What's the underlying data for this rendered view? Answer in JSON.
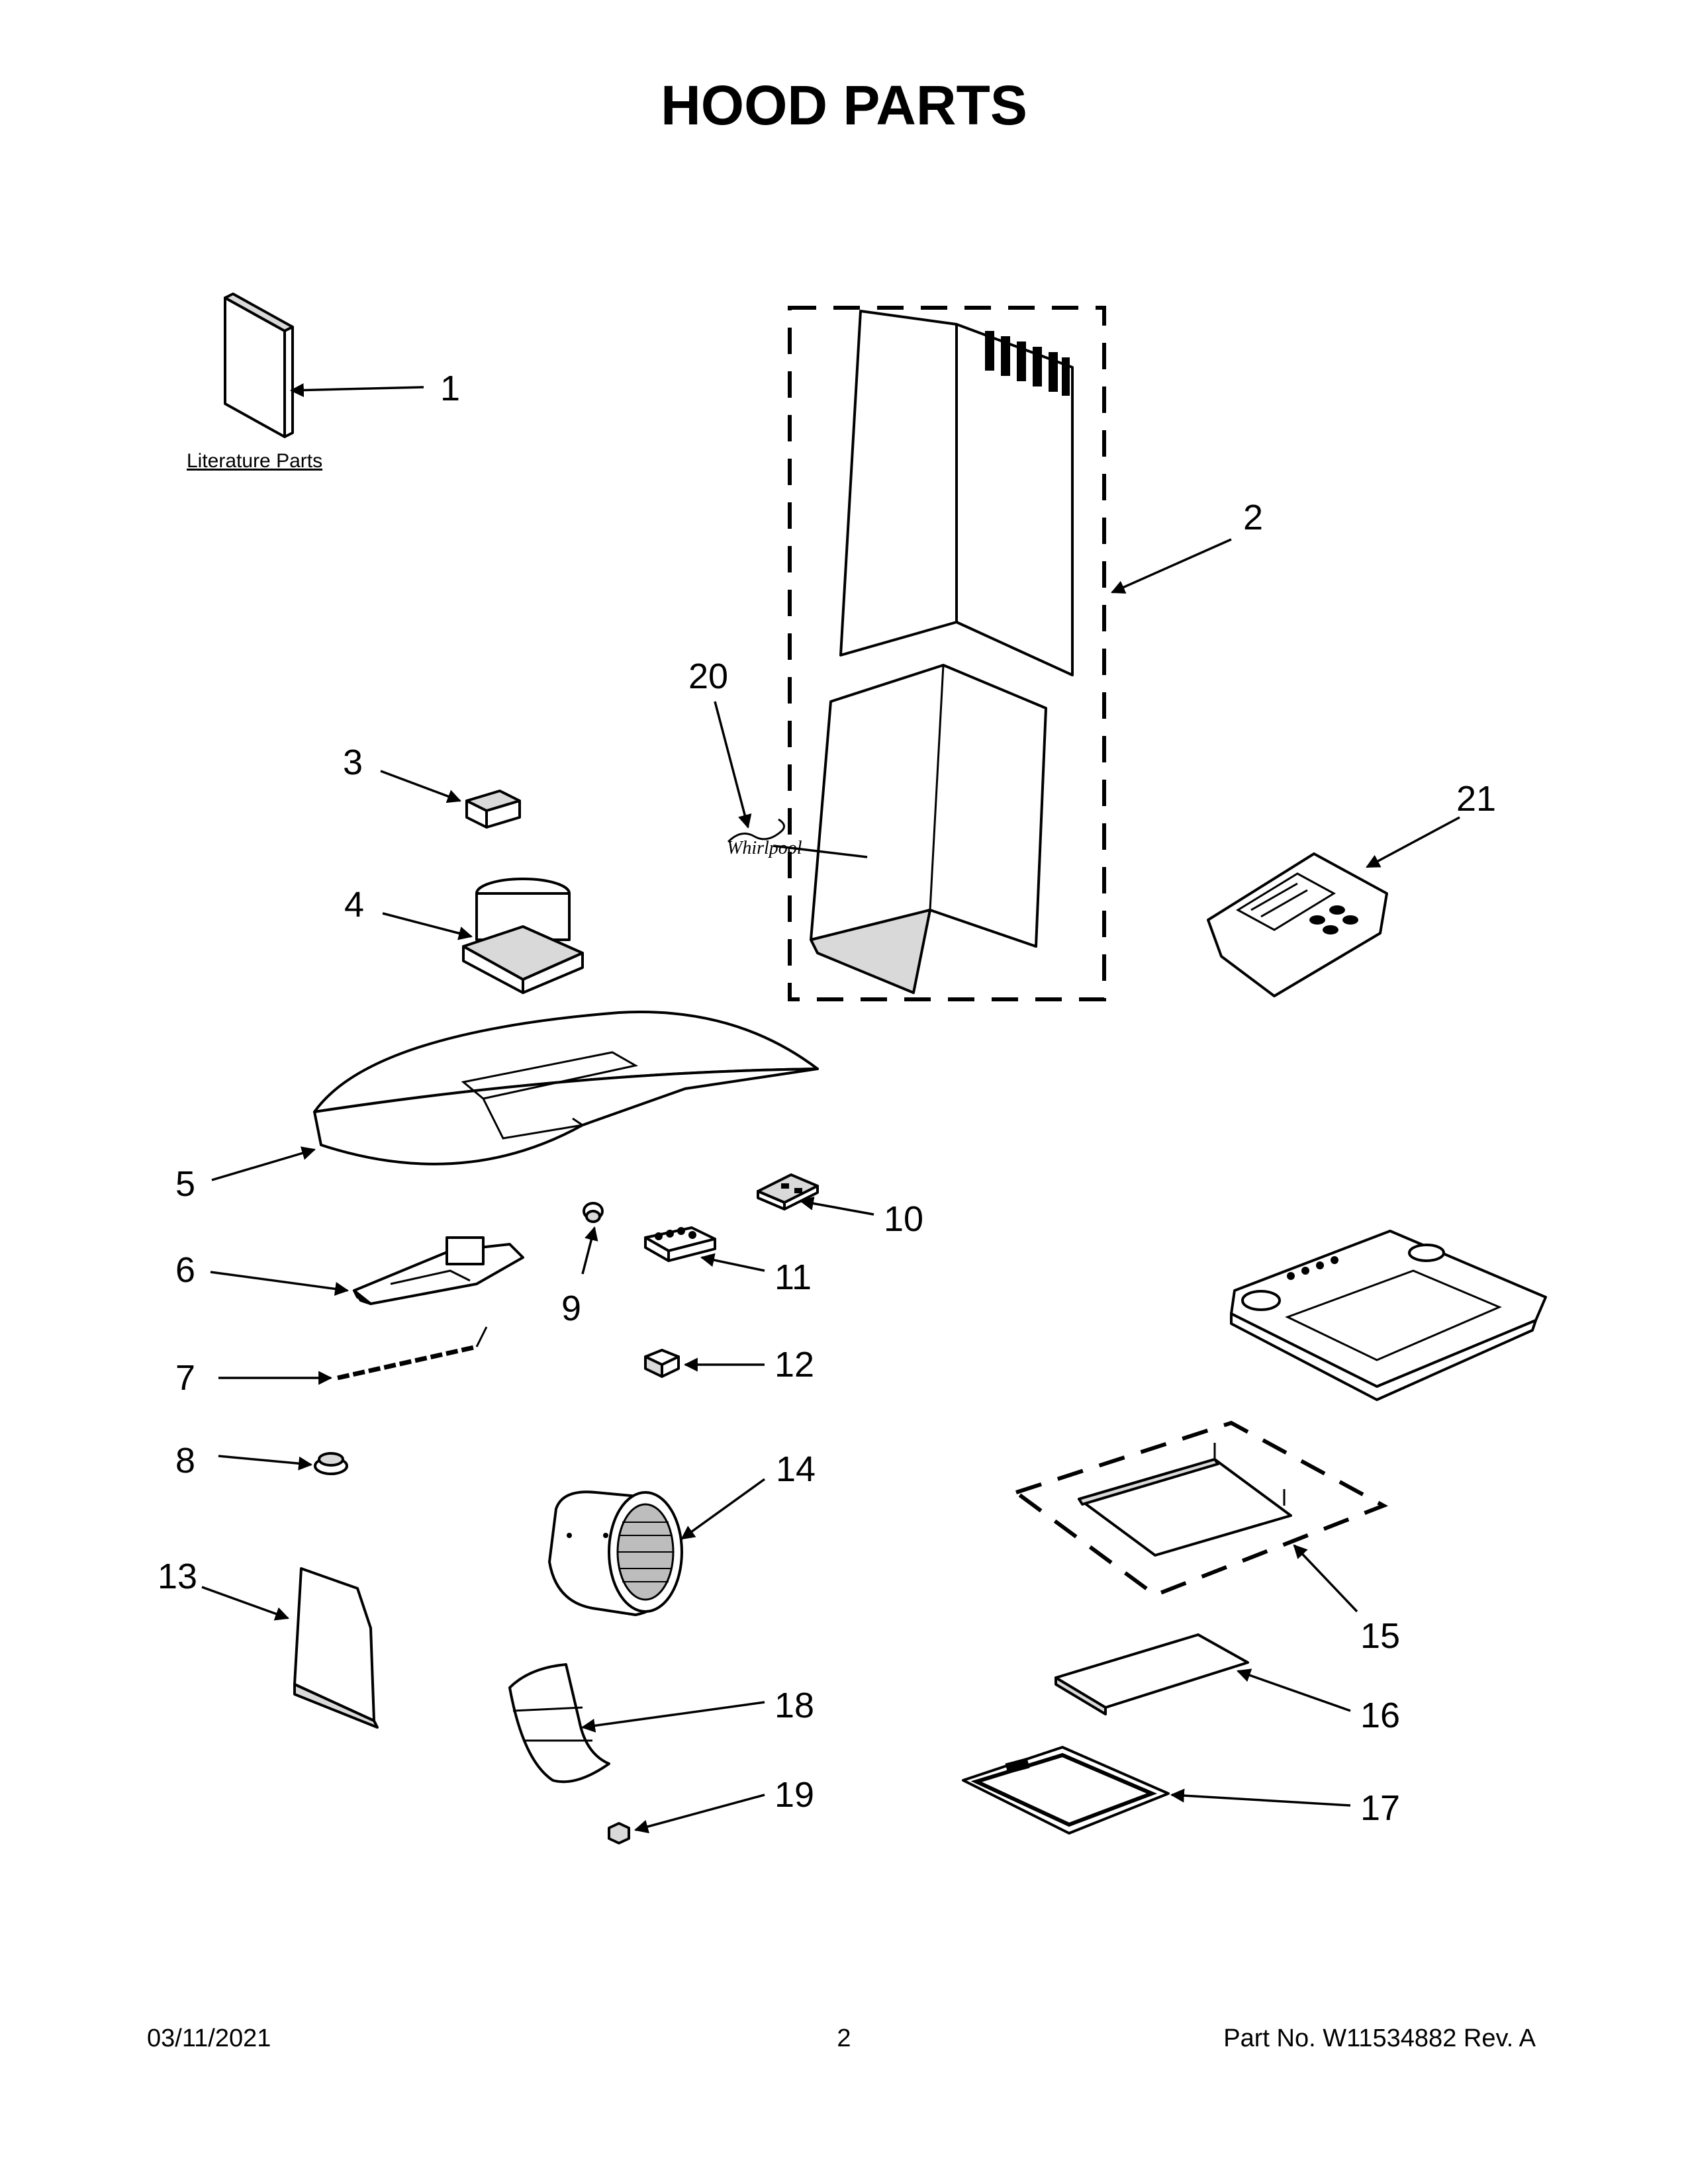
{
  "page": {
    "title": "HOOD PARTS",
    "literature_label": "Literature Parts",
    "footer": {
      "date": "03/11/2021",
      "page_number": "2",
      "part_no": "Part No.  W11534882  Rev.  A"
    }
  },
  "callouts": [
    "1",
    "2",
    "3",
    "4",
    "5",
    "6",
    "7",
    "8",
    "9",
    "10",
    "11",
    "12",
    "13",
    "14",
    "15",
    "16",
    "17",
    "18",
    "19",
    "20",
    "21"
  ]
}
